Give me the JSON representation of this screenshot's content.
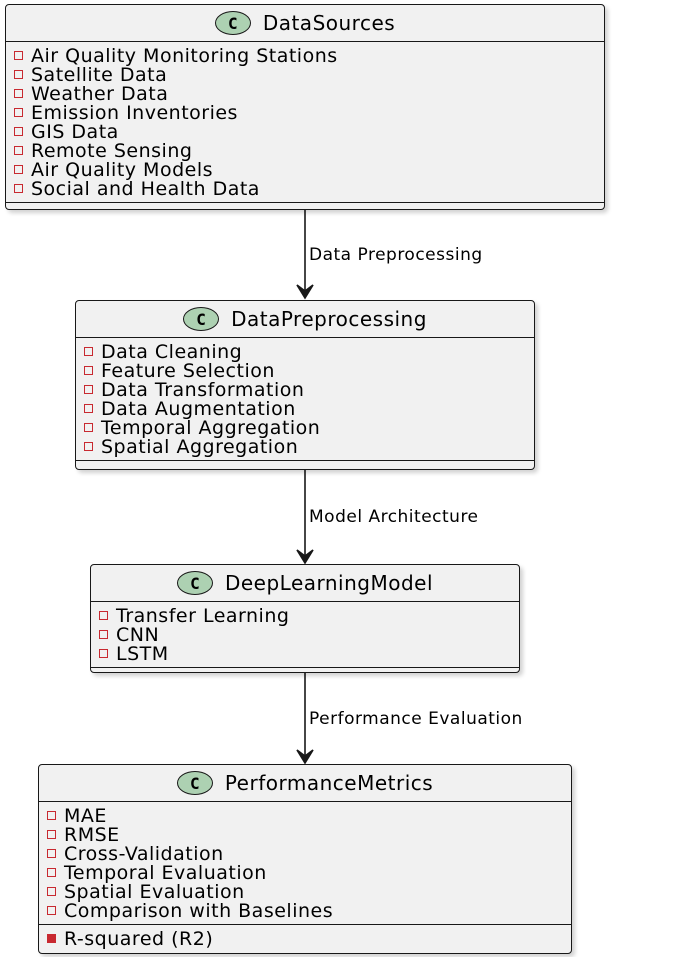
{
  "classes": [
    {
      "stereotype": "C",
      "name": "DataSources",
      "attributes": [
        "Air Quality Monitoring Stations",
        "Satellite Data",
        "Weather Data",
        "Emission Inventories",
        "GIS Data",
        "Remote Sensing",
        "Air Quality Models",
        "Social and Health Data"
      ]
    },
    {
      "stereotype": "C",
      "name": "DataPreprocessing",
      "attributes": [
        "Data Cleaning",
        "Feature Selection",
        "Data Transformation",
        "Data Augmentation",
        "Temporal Aggregation",
        "Spatial Aggregation"
      ]
    },
    {
      "stereotype": "C",
      "name": "DeepLearningModel",
      "attributes": [
        "Transfer Learning",
        "CNN",
        "LSTM"
      ]
    },
    {
      "stereotype": "C",
      "name": "PerformanceMetrics",
      "attributes": [
        "MAE",
        "RMSE",
        "Cross-Validation",
        "Temporal Evaluation",
        "Spatial Evaluation",
        "Comparison with Baselines"
      ],
      "methods": [
        "R-squared (R2)"
      ]
    }
  ],
  "edges": [
    {
      "label": "Data Preprocessing"
    },
    {
      "label": "Model Architecture"
    },
    {
      "label": "Performance Evaluation"
    }
  ],
  "colors": {
    "box_fill": "#f1f1f1",
    "border": "#181818",
    "stereotype_fill": "#add1b2",
    "visibility_marker": "#c82930"
  }
}
